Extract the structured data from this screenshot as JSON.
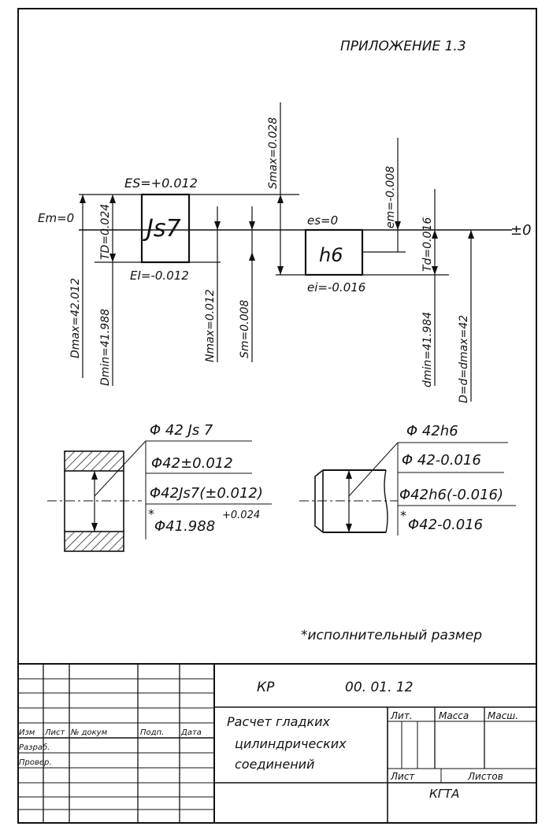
{
  "header": {
    "appendix": "ПРИЛОЖЕНИЕ 1.3"
  },
  "diagram": {
    "zero_line": "±0",
    "Em": "Em=0",
    "ES": "ES=+0.012",
    "EI": "EI=-0.012",
    "hole_field": "Js7",
    "shaft_field": "h6",
    "es": "es=0",
    "ei": "ei=-0.016",
    "em": "em=-0.008",
    "TD": "TD=0.024",
    "Td": "Td=0.016",
    "Dmax": "Dmax=42.012",
    "Dmin": "Dmin=41.988",
    "Nmax": "Nmax=0.012",
    "Sm": "Sm=0.008",
    "Smax": "Smax=0.028",
    "dmin": "dmin=41.984",
    "Ddmax": "D=d=dmax=42"
  },
  "hole_callout": {
    "title": "Φ 42 Js 7",
    "line1": "Φ42±0.012",
    "line2": "Φ42Js7(±0.012)",
    "line3_star": "*",
    "line3": "Φ41.988",
    "line3_sup": "+0.024"
  },
  "shaft_callout": {
    "title": "Φ 42h6",
    "line1": "Φ 42-0.016",
    "line2": "Φ42h6(-0.016)",
    "line3_star": "*",
    "line3": "Φ42-0.016"
  },
  "footnote": "*исполнительный размер",
  "title_block": {
    "code_prefix": "КР",
    "code": "00. 01. 12",
    "title_line1": "Расчет гладких",
    "title_line2": "цилиндрических",
    "title_line3": "соединений",
    "col_izm": "Изм",
    "col_list": "Лист",
    "col_ndoc": "№ докум",
    "col_podp": "Подп.",
    "col_data": "Дата",
    "row_razrab": "Разраб.",
    "row_prover": "Провер.",
    "lit": "Лит.",
    "massa": "Масса",
    "masshtab": "Масш.",
    "list": "Лист",
    "listov": "Листов",
    "org": "КГТА"
  }
}
